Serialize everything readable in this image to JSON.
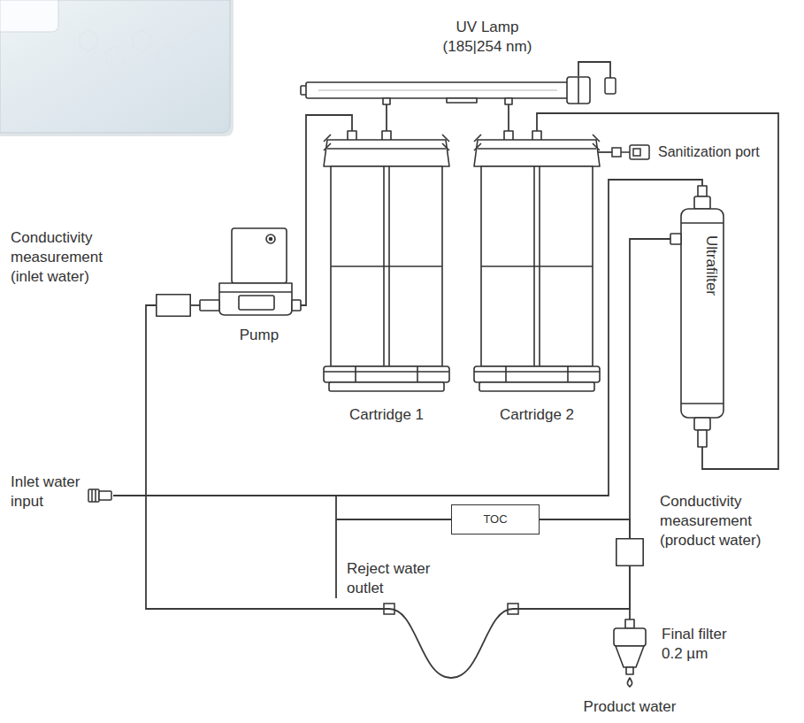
{
  "diagram": {
    "nodes": [
      {
        "text": [
          "UV Lamp (185|254 nm)"
        ]
      },
      {
        "text": [
          "Cartridge 1"
        ]
      },
      {
        "text": [
          "Cartridge 2"
        ]
      },
      {
        "text": [
          "Pump"
        ]
      },
      {
        "text": [
          "Conductivity measurement (inlet water)"
        ]
      },
      {
        "text": [
          "Ultrafilter"
        ]
      },
      {
        "text": [
          "TOC"
        ]
      },
      {
        "text": [
          "Conductivity measurement (product water)"
        ]
      },
      {
        "text": [
          "Final filter 0.2 µm"
        ]
      }
    ],
    "edges": [
      {
        "from": 4,
        "to": 3,
        "arrow": "none"
      },
      {
        "from": 3,
        "to": 1,
        "arrow": "none"
      },
      {
        "from": 1,
        "to": 0,
        "arrow": "none"
      },
      {
        "from": 0,
        "to": 2,
        "arrow": "none"
      },
      {
        "from": 2,
        "to": 5,
        "arrow": "none"
      },
      {
        "from": 5,
        "to": 7,
        "arrow": "none"
      },
      {
        "from": 6,
        "to": 7,
        "arrow": "none"
      },
      {
        "from": 7,
        "to": 8,
        "arrow": "none"
      },
      {
        "from": 7,
        "to": 4,
        "arrow": "none"
      }
    ],
    "labels": [
      "Sanitization port",
      "Inlet water input",
      "Reject water outlet",
      "Product water"
    ]
  }
}
